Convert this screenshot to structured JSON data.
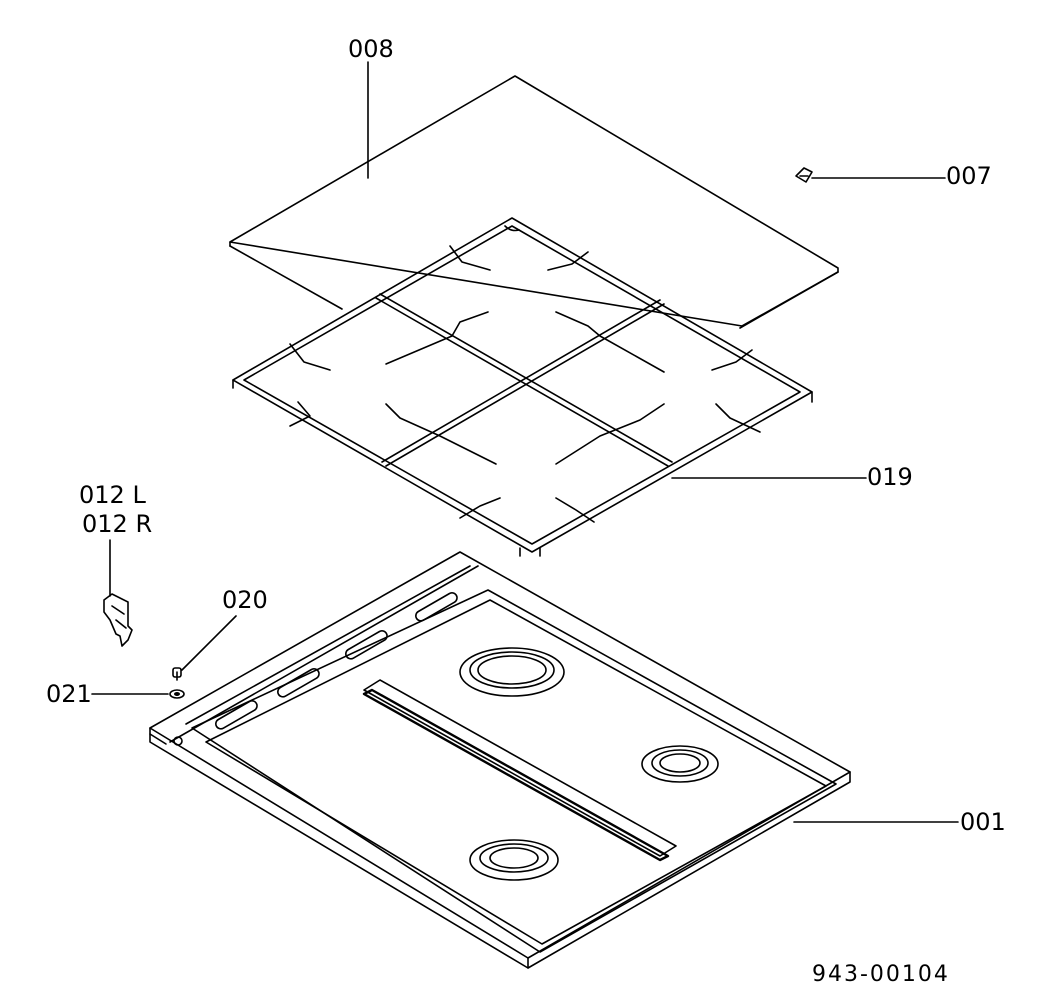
{
  "diagram": {
    "callouts": {
      "p008": "008",
      "p007": "007",
      "p019": "019",
      "p012l": "012 L",
      "p012r": "012 R",
      "p020": "020",
      "p021": "021",
      "p001": "001"
    },
    "drawing_number": "943-00104"
  }
}
